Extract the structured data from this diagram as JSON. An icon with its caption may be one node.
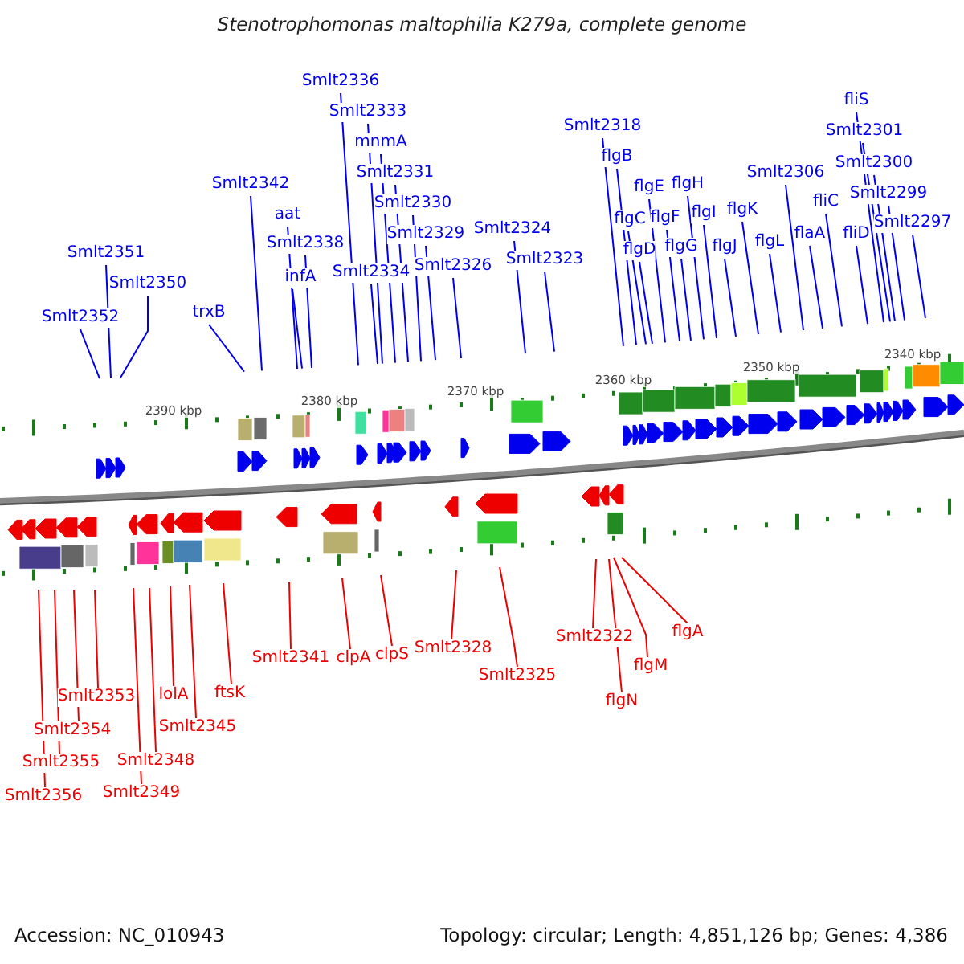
{
  "diagram": {
    "title": "Stenotrophomonas maltophilia K279a, complete genome",
    "nodes": [
      {
        "text": [
          "Smlt2336"
        ]
      },
      {
        "text": [
          "fliS"
        ]
      },
      {
        "text": [
          "Smlt2333"
        ]
      },
      {
        "text": [
          "Smlt2318"
        ]
      },
      {
        "text": [
          "Smlt2301"
        ]
      },
      {
        "text": [
          "mnmA"
        ]
      },
      {
        "text": [
          "flgB"
        ]
      },
      {
        "text": [
          "Smlt2300"
        ]
      },
      {
        "text": [
          "Smlt2331"
        ]
      },
      {
        "text": [
          "Smlt2306"
        ]
      },
      {
        "text": [
          "Smlt2342"
        ]
      },
      {
        "text": [
          "flgH"
        ]
      },
      {
        "text": [
          "flgE"
        ]
      },
      {
        "text": [
          "Smlt2299"
        ]
      },
      {
        "text": [
          "fliC"
        ]
      },
      {
        "text": [
          "Smlt2330"
        ]
      },
      {
        "text": [
          "flgK"
        ]
      },
      {
        "text": [
          "flgI"
        ]
      },
      {
        "text": [
          "aat"
        ]
      },
      {
        "text": [
          "flgF"
        ]
      },
      {
        "text": [
          "flgC"
        ]
      },
      {
        "text": [
          "Smlt2297"
        ]
      },
      {
        "text": [
          "Smlt2324"
        ]
      },
      {
        "text": [
          "Smlt2329"
        ]
      },
      {
        "text": [
          "flaA"
        ]
      },
      {
        "text": [
          "fliD"
        ]
      },
      {
        "text": [
          "flgL"
        ]
      },
      {
        "text": [
          "Smlt2338"
        ]
      },
      {
        "text": [
          "flgG"
        ]
      },
      {
        "text": [
          "flgJ"
        ]
      },
      {
        "text": [
          "flgD"
        ]
      },
      {
        "text": [
          "Smlt2351"
        ]
      },
      {
        "text": [
          "Smlt2323"
        ]
      },
      {
        "text": [
          "Smlt2326"
        ]
      },
      {
        "text": [
          "Smlt2334"
        ]
      },
      {
        "text": [
          "infA"
        ]
      },
      {
        "text": [
          "Smlt2350"
        ]
      },
      {
        "text": [
          "trxB"
        ]
      },
      {
        "text": [
          "Smlt2352"
        ]
      },
      {
        "text": [
          "flgA"
        ]
      },
      {
        "text": [
          "Smlt2322"
        ]
      },
      {
        "text": [
          "Smlt2328"
        ]
      },
      {
        "text": [
          "clpS"
        ]
      },
      {
        "text": [
          "Smlt2341"
        ]
      },
      {
        "text": [
          "clpA"
        ]
      },
      {
        "text": [
          "flgM"
        ]
      },
      {
        "text": [
          "Smlt2325"
        ]
      },
      {
        "text": [
          "ftsK"
        ]
      },
      {
        "text": [
          "lolA"
        ]
      },
      {
        "text": [
          "Smlt2353"
        ]
      },
      {
        "text": [
          "flgN"
        ]
      },
      {
        "text": [
          "Smlt2345"
        ]
      },
      {
        "text": [
          "Smlt2354"
        ]
      },
      {
        "text": [
          "Smlt2348"
        ]
      },
      {
        "text": [
          "Smlt2355"
        ]
      },
      {
        "text": [
          "Smlt2349"
        ]
      },
      {
        "text": [
          "Smlt2356"
        ]
      }
    ],
    "edges": [
      {
        "from": 0,
        "to": null,
        "arrow": "none"
      },
      {
        "from": 1,
        "to": null,
        "arrow": "none"
      },
      {
        "from": 2,
        "to": null,
        "arrow": "none"
      },
      {
        "from": 3,
        "to": null,
        "arrow": "none"
      },
      {
        "from": 4,
        "to": null,
        "arrow": "none"
      },
      {
        "from": 5,
        "to": null,
        "arrow": "none"
      },
      {
        "from": 6,
        "to": null,
        "arrow": "none"
      },
      {
        "from": 7,
        "to": null,
        "arrow": "none"
      },
      {
        "from": 8,
        "to": null,
        "arrow": "none"
      },
      {
        "from": 9,
        "to": null,
        "arrow": "none"
      },
      {
        "from": 10,
        "to": null,
        "arrow": "none"
      },
      {
        "from": 11,
        "to": null,
        "arrow": "none"
      },
      {
        "from": 12,
        "to": null,
        "arrow": "none"
      },
      {
        "from": 13,
        "to": null,
        "arrow": "none"
      },
      {
        "from": 14,
        "to": null,
        "arrow": "none"
      },
      {
        "from": 15,
        "to": null,
        "arrow": "none"
      },
      {
        "from": 16,
        "to": null,
        "arrow": "none"
      },
      {
        "from": 17,
        "to": null,
        "arrow": "none"
      },
      {
        "from": 18,
        "to": null,
        "arrow": "none"
      },
      {
        "from": 19,
        "to": null,
        "arrow": "none"
      },
      {
        "from": 20,
        "to": null,
        "arrow": "none"
      },
      {
        "from": 21,
        "to": null,
        "arrow": "none"
      },
      {
        "from": 22,
        "to": null,
        "arrow": "none"
      },
      {
        "from": 23,
        "to": null,
        "arrow": "none"
      },
      {
        "from": 24,
        "to": null,
        "arrow": "none"
      },
      {
        "from": 25,
        "to": null,
        "arrow": "none"
      },
      {
        "from": 26,
        "to": null,
        "arrow": "none"
      },
      {
        "from": 27,
        "to": null,
        "arrow": "none"
      },
      {
        "from": 28,
        "to": null,
        "arrow": "none"
      },
      {
        "from": 29,
        "to": null,
        "arrow": "none"
      },
      {
        "from": 30,
        "to": null,
        "arrow": "none"
      },
      {
        "from": 31,
        "to": null,
        "arrow": "none"
      },
      {
        "from": 32,
        "to": null,
        "arrow": "none"
      },
      {
        "from": 33,
        "to": null,
        "arrow": "none"
      },
      {
        "from": 34,
        "to": null,
        "arrow": "none"
      },
      {
        "from": 35,
        "to": null,
        "arrow": "none"
      },
      {
        "from": 36,
        "to": null,
        "arrow": "none"
      },
      {
        "from": 37,
        "to": null,
        "arrow": "none"
      },
      {
        "from": 38,
        "to": null,
        "arrow": "none"
      },
      {
        "from": 39,
        "to": null,
        "arrow": "none",
        "color": "#ee0000"
      },
      {
        "from": 40,
        "to": null,
        "arrow": "none",
        "color": "#ee0000"
      },
      {
        "from": 41,
        "to": null,
        "arrow": "none",
        "color": "#ee0000"
      },
      {
        "from": 42,
        "to": null,
        "arrow": "none",
        "color": "#ee0000"
      },
      {
        "from": 43,
        "to": null,
        "arrow": "none",
        "color": "#ee0000"
      },
      {
        "from": 44,
        "to": null,
        "arrow": "none",
        "color": "#ee0000"
      },
      {
        "from": 45,
        "to": null,
        "arrow": "none",
        "color": "#ee0000"
      },
      {
        "from": 46,
        "to": null,
        "arrow": "none",
        "color": "#ee0000"
      },
      {
        "from": 47,
        "to": null,
        "arrow": "none",
        "color": "#ee0000"
      },
      {
        "from": 48,
        "to": null,
        "arrow": "none",
        "color": "#ee0000"
      },
      {
        "from": 49,
        "to": null,
        "arrow": "none",
        "color": "#ee0000"
      },
      {
        "from": 50,
        "to": null,
        "arrow": "none",
        "color": "#ee0000"
      },
      {
        "from": 51,
        "to": null,
        "arrow": "none",
        "color": "#ee0000"
      },
      {
        "from": 52,
        "to": null,
        "arrow": "none",
        "color": "#ee0000"
      },
      {
        "from": 53,
        "to": null,
        "arrow": "none",
        "color": "#ee0000"
      },
      {
        "from": 54,
        "to": null,
        "arrow": "none",
        "color": "#ee0000"
      },
      {
        "from": 55,
        "to": null,
        "arrow": "none",
        "color": "#ee0000"
      },
      {
        "from": 56,
        "to": null,
        "arrow": "none",
        "color": "#ee0000"
      }
    ],
    "labels": [
      "2390 kbp",
      "2380 kbp",
      "2370 kbp",
      "2360 kbp",
      "2350 kbp",
      "2340 kbp",
      "Accession: NC_010943",
      "Topology: circular; Length: 4,851,126 bp; Genes: 4,386"
    ]
  }
}
